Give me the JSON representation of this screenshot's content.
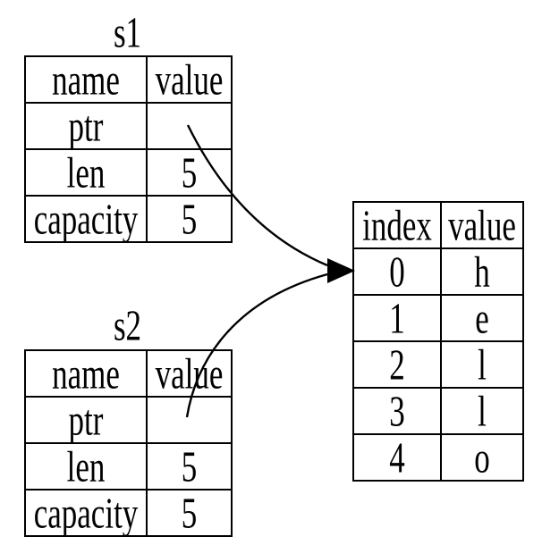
{
  "s1": {
    "title": "s1",
    "headers": [
      "name",
      "value"
    ],
    "rows": [
      [
        "ptr",
        ""
      ],
      [
        "len",
        "5"
      ],
      [
        "capacity",
        "5"
      ]
    ]
  },
  "s2": {
    "title": "s2",
    "headers": [
      "name",
      "value"
    ],
    "rows": [
      [
        "ptr",
        ""
      ],
      [
        "len",
        "5"
      ],
      [
        "capacity",
        "5"
      ]
    ]
  },
  "heap": {
    "headers": [
      "index",
      "value"
    ],
    "rows": [
      [
        "0",
        "h"
      ],
      [
        "1",
        "e"
      ],
      [
        "2",
        "l"
      ],
      [
        "3",
        "l"
      ],
      [
        "4",
        "o"
      ]
    ]
  },
  "colors": {
    "line": "#000000",
    "text": "#000000",
    "background": "#ffffff"
  }
}
